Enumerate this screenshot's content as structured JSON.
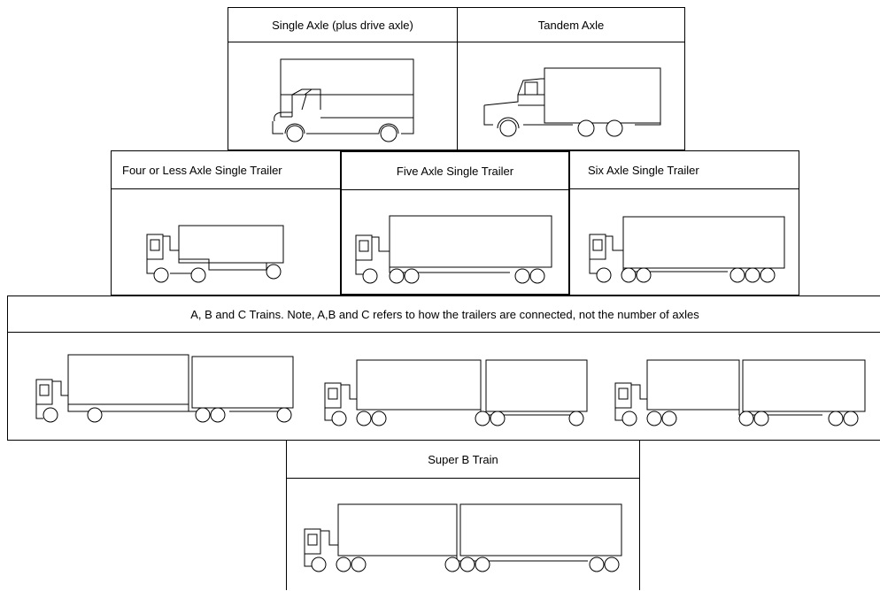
{
  "cells": {
    "single_axle": "Single Axle (plus drive axle)",
    "tandem_axle": "Tandem Axle",
    "four_axle": "Four or Less Axle Single Trailer",
    "five_axle": "Five Axle Single Trailer",
    "six_axle": "Six  Axle Single Trailer",
    "abc_trains": "A, B and C Trains. Note, A,B and C refers to how the trailers are connected, not the number of axles",
    "super_b": "Super B Train"
  },
  "icons": [
    "single-axle-truck-icon",
    "tandem-axle-truck-icon",
    "four-axle-tractor-trailer-icon",
    "five-axle-tractor-trailer-icon",
    "six-axle-tractor-trailer-icon",
    "a-train-icon",
    "b-train-icon",
    "c-train-icon",
    "super-b-train-icon"
  ]
}
